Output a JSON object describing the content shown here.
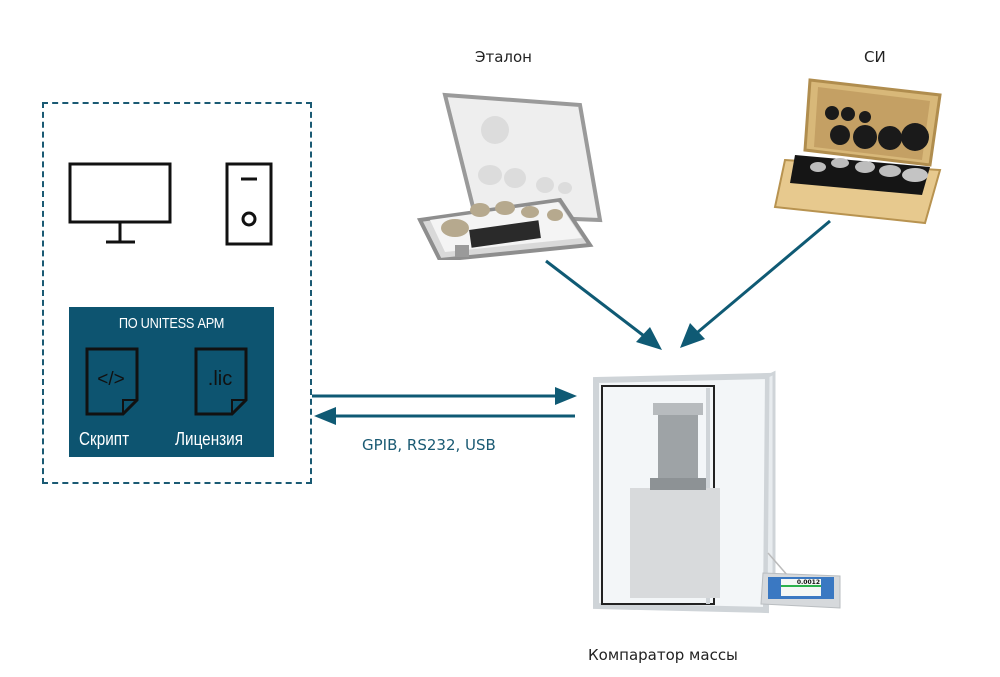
{
  "workstation": {
    "monitor_icon": "monitor-icon",
    "pc_tower_icon": "pc-tower-icon",
    "software": {
      "title": "ПО UNITESS АРМ",
      "files": [
        {
          "icon": "code-file-icon",
          "glyph": "</>",
          "label": "Скрипт"
        },
        {
          "icon": "license-file-icon",
          "glyph": ".lic",
          "label": "Лицензия"
        }
      ]
    }
  },
  "connection": {
    "label": "GPIB, RS232, USB"
  },
  "reference": {
    "label": "Эталон",
    "image": "reference-weights-case"
  },
  "device_under_test": {
    "label": "СИ",
    "image": "weights-set-wooden-case"
  },
  "comparator": {
    "label": "Компаратор массы",
    "display_value": "0.0012"
  },
  "colors": {
    "accent": "#0d5470",
    "arrow": "#0f5a74",
    "text": "#222222"
  }
}
